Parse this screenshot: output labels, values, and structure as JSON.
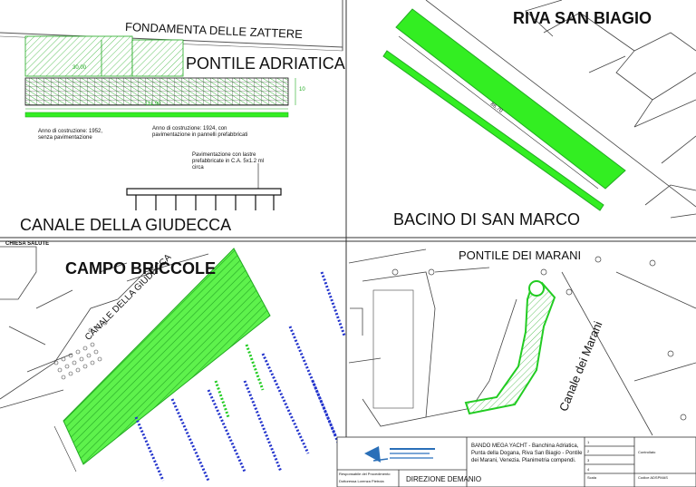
{
  "q1": {
    "street": "FONDAMENTA DELLE ZATTERE",
    "title": "PONTILE ADRIATICA",
    "canal": "CANALE DELLA GIUDECCA",
    "dim_total": "111,90",
    "dim_partial": "30,00",
    "dim_right": "10",
    "note_left": "Anno di costruzione: 1952, senza pavimentazione",
    "note_right": "Anno di costruzione: 1924, con pavimentazione in pannelli prefabbricati",
    "note_section": "Pavimentazione con lastre prefabbricate in C.A. 5x1.2 ml circa"
  },
  "q2": {
    "title": "RIVA SAN BIAGIO",
    "basin": "BACINO DI SAN MARCO",
    "dim": "86,70"
  },
  "q3": {
    "title": "CAMPO BRICCOLE",
    "church": "CHIESA SALUTE",
    "canal": "CANALE DELLA GIUDECCA"
  },
  "q4": {
    "title": "PONTILE DEI MARANI",
    "canal": "Canale dei Marani"
  },
  "titleblock": {
    "project": "BANDO MEGA YACHT - Banchina Adriatica, Punta della Dogana, Riva San Biagio - Pontile dei Marani, Venezia. Planimetria compendi.",
    "direzione": "DIREZIONE DEMANIO",
    "resp_label": "Responsabile del Procedimento",
    "resp_name": "Dottoressa Lorenza Pietroia",
    "controllato": "Controllato",
    "codice": "Codice ADSPMAS",
    "scala": "Scala",
    "rev_a": "1",
    "rev_b": "2",
    "rev_c": "3",
    "rev_d": "4"
  },
  "colors": {
    "quay_fill": "#33ee22",
    "quay_stroke": "#22aa22",
    "boat_blue": "#2233cc"
  }
}
